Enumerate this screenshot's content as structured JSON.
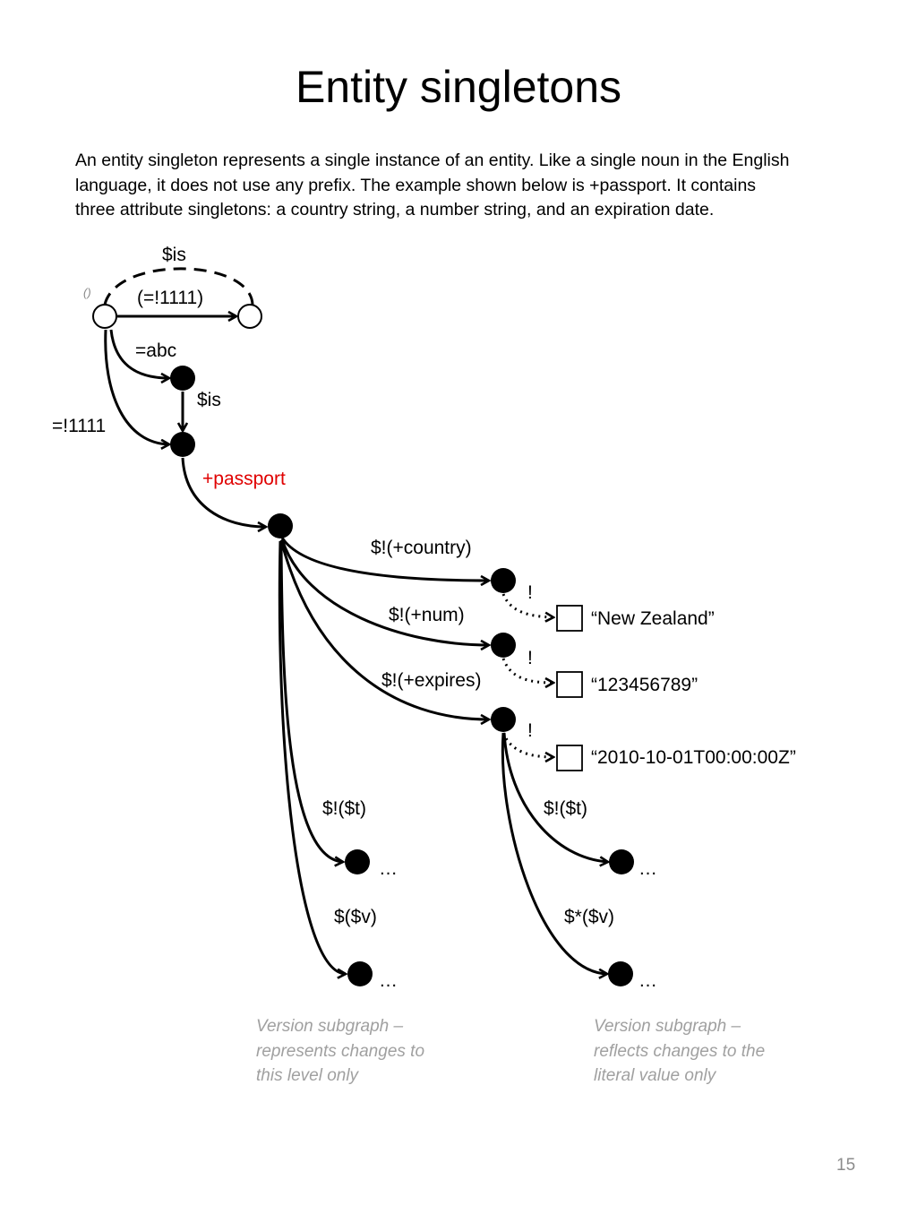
{
  "slide": {
    "title": "Entity singletons",
    "intro_lines": [
      "An entity singleton represents a single instance of an entity. Like a single noun in the English",
      "language, it does not use any prefix. The example shown below is +passport. It contains",
      "three attribute singletons: a country string, a number string, and an expiration date."
    ],
    "page_number": "15"
  },
  "diagram": {
    "labels": {
      "is_top": "$is",
      "empty_context": "()",
      "equals_1111_paren": "(=!1111)",
      "abc": "=abc",
      "is_mid": "$is",
      "equals_1111": "=!1111",
      "passport": "+passport",
      "country": "$!(+country)",
      "num": "$!(+num)",
      "expires": "$!(+expires)",
      "bang_1": "!",
      "bang_2": "!",
      "bang_3": "!",
      "literal_country": "“New Zealand”",
      "literal_num": "“123456789”",
      "literal_expires": "“2010-10-01T00:00:00Z”",
      "t_left": "$!($t)",
      "v_left": "$($v)",
      "t_right": "$!($t)",
      "v_right": "$*($v)",
      "ellipsis_1": "…",
      "ellipsis_2": "…",
      "ellipsis_3": "…",
      "ellipsis_4": "…"
    },
    "notes": {
      "left": [
        "Version subgraph –",
        "represents changes to",
        "this level only"
      ],
      "right": [
        "Version subgraph –",
        "reflects changes to the",
        "literal value only"
      ]
    },
    "colors": {
      "highlight": "#e00000",
      "note": "#a0a0a0"
    }
  }
}
